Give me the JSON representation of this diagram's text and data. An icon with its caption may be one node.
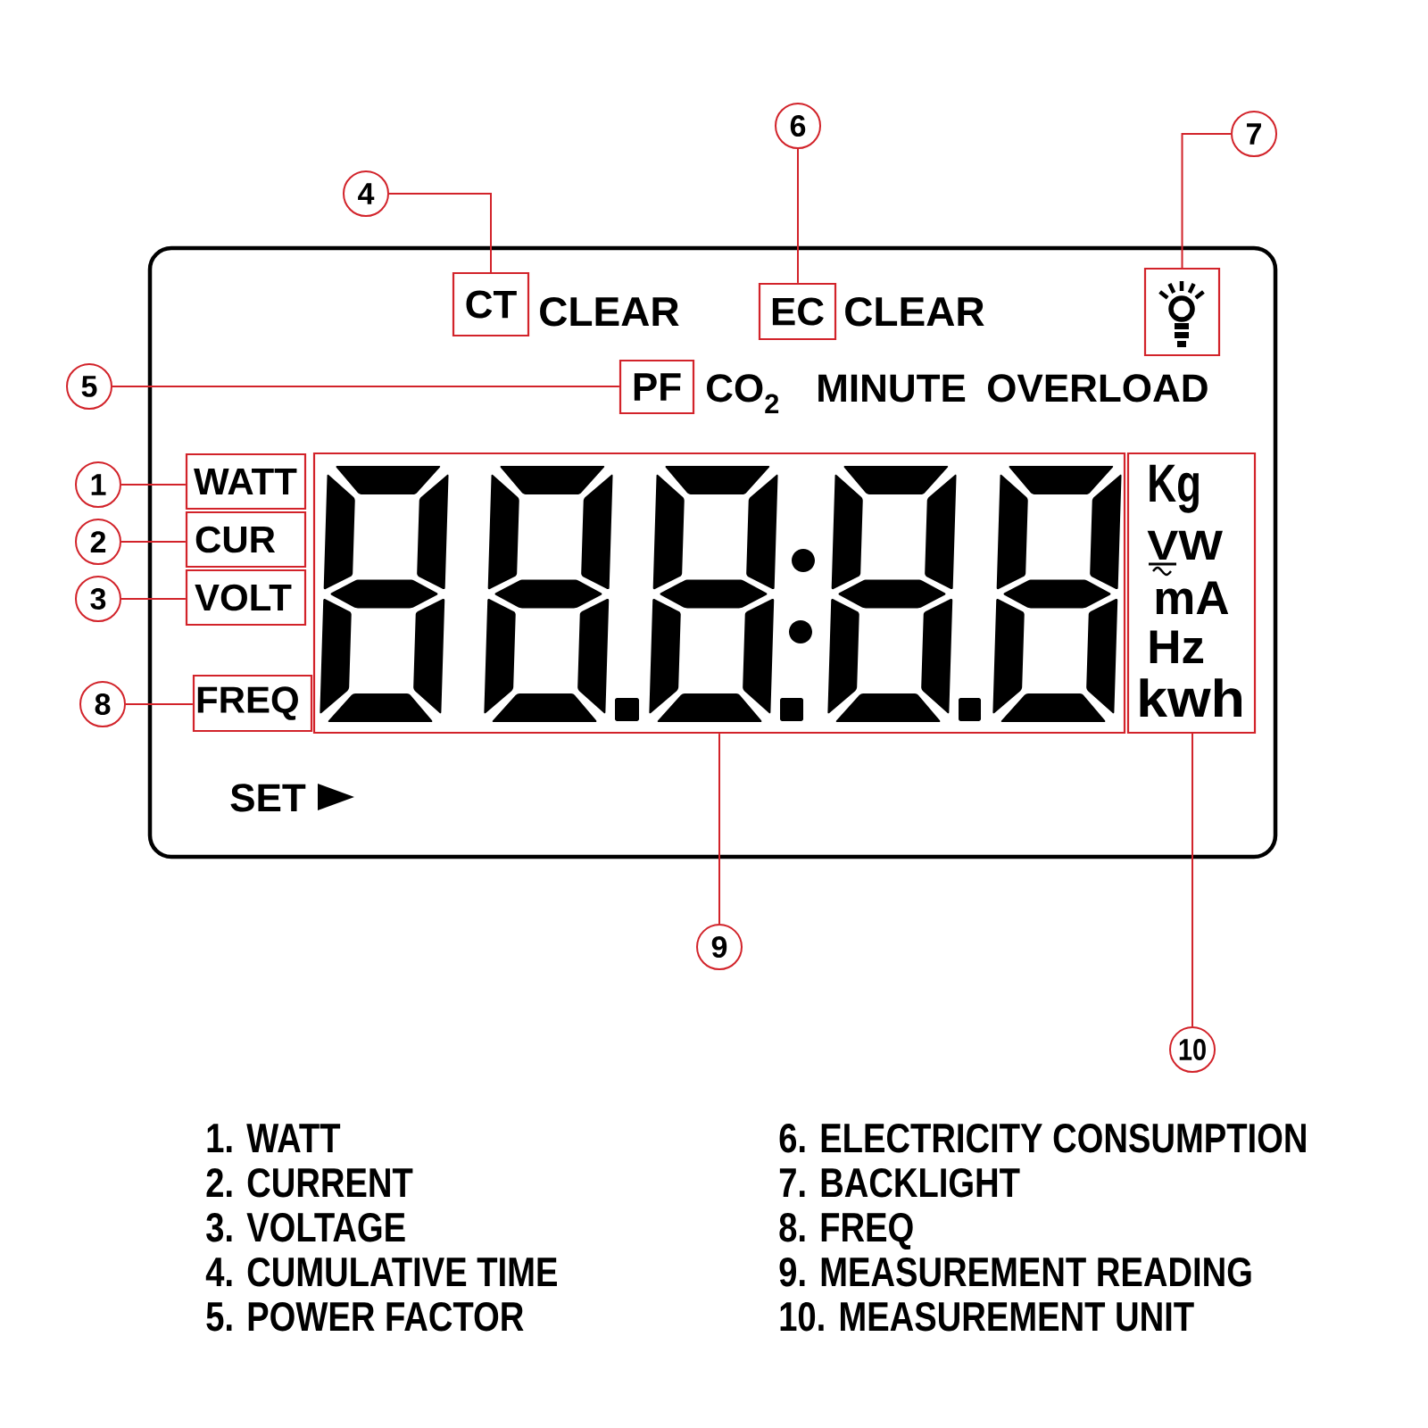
{
  "diagram": {
    "nodes": [
      {
        "text": [
          "CLEAR",
          "CLEAR",
          "CO$_{2}$",
          "MINUTE",
          "OVERLOAD",
          "SET"
        ]
      },
      {
        "text": [
          "CT"
        ],
        "in": 0
      },
      {
        "text": [
          "EC"
        ],
        "in": 0
      },
      {
        "text": [],
        "shape": "box",
        "in": 0
      },
      {
        "text": [
          "PF"
        ],
        "in": 0
      },
      {
        "text": [
          "WATT"
        ],
        "in": 0
      },
      {
        "text": [
          "CUR"
        ],
        "in": 0
      },
      {
        "text": [
          "VOLT"
        ],
        "in": 0
      },
      {
        "text": [
          "FREQ"
        ],
        "in": 0
      },
      {
        "text": [],
        "shape": "box",
        "in": 0
      },
      {
        "text": [
          "Kg",
          "VW",
          "mA",
          "Hz",
          "kwh"
        ],
        "in": 0
      },
      {
        "text": [
          "6"
        ]
      },
      {
        "text": [
          "7"
        ]
      },
      {
        "text": [
          "4"
        ]
      },
      {
        "text": [
          "5"
        ]
      },
      {
        "text": [
          "1"
        ]
      },
      {
        "text": [
          "2"
        ]
      },
      {
        "text": [
          "3"
        ]
      },
      {
        "text": [
          "8"
        ]
      },
      {
        "text": [
          "9"
        ]
      },
      {
        "text": [
          "10"
        ]
      }
    ],
    "edges": [
      {
        "from": 11,
        "to": 2,
        "arrow": "none"
      },
      {
        "from": 12,
        "to": 3,
        "arrow": "none"
      },
      {
        "from": 13,
        "to": 1,
        "arrow": "none"
      },
      {
        "from": 14,
        "to": 4,
        "arrow": "none"
      },
      {
        "from": 15,
        "to": 5,
        "arrow": "none"
      },
      {
        "from": 16,
        "to": 6,
        "arrow": "none"
      },
      {
        "from": 17,
        "to": 7,
        "arrow": "none"
      },
      {
        "from": 18,
        "to": 8,
        "arrow": "none"
      },
      {
        "from": 19,
        "to": 9,
        "arrow": "none"
      },
      {
        "from": 20,
        "to": 10,
        "arrow": "none"
      }
    ],
    "labels": [
      "1. WATT",
      "2. CURRENT",
      "3. VOLTAGE",
      "4. CUMULATIVE TIME",
      "5. POWER FACTOR",
      "6. ELECTRICITY CONSUMPTION",
      "7. BACKLIGHT",
      "8. FREQ",
      "9. MEASUREMENT READING",
      "10. MEASUREMENT UNIT"
    ]
  }
}
